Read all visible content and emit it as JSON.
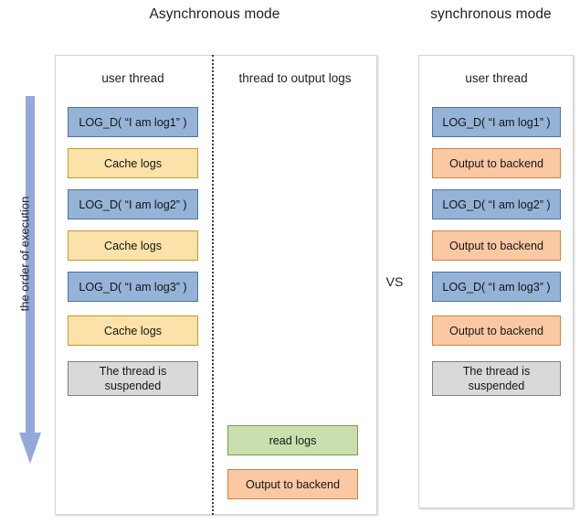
{
  "titles": {
    "async": "Asynchronous\nmode",
    "sync": "synchronous\nmode"
  },
  "vs_label": "VS",
  "order_arrow": {
    "label": "the order of execution",
    "direction": "down",
    "color": "#93a9d9"
  },
  "colors": {
    "blue": "#95b3d7",
    "blue_border": "#4f74a5",
    "yellow": "#fce2a9",
    "yellow_border": "#c79a2c",
    "orange": "#fac9a4",
    "orange_border": "#d3813f",
    "green": "#c9e0ae",
    "green_border": "#7a9a53",
    "grey": "#d9d9d9",
    "grey_border": "#7f7f7f",
    "panel_border": "#d3d3d3",
    "divider": "#3b3b3b"
  },
  "async_panel": {
    "user_thread": {
      "header": "user thread",
      "steps": [
        {
          "label": "LOG_D( “I am log1” )",
          "kind": "blue"
        },
        {
          "label": "Cache logs",
          "kind": "yellow"
        },
        {
          "label": "LOG_D( “I am log2” )",
          "kind": "blue"
        },
        {
          "label": "Cache logs",
          "kind": "yellow"
        },
        {
          "label": "LOG_D( “I am log3” )",
          "kind": "blue"
        },
        {
          "label": "Cache logs",
          "kind": "yellow"
        },
        {
          "label": "The thread is\nsuspended",
          "kind": "grey"
        }
      ]
    },
    "output_thread": {
      "header": "thread to output logs",
      "steps": [
        {
          "label": "read logs",
          "kind": "green"
        },
        {
          "label": "Output to backend",
          "kind": "orange"
        }
      ]
    }
  },
  "sync_panel": {
    "user_thread": {
      "header": "user thread",
      "steps": [
        {
          "label": "LOG_D( “I am log1” )",
          "kind": "blue"
        },
        {
          "label": "Output to backend",
          "kind": "orange"
        },
        {
          "label": "LOG_D( “I am log2” )",
          "kind": "blue"
        },
        {
          "label": "Output to backend",
          "kind": "orange"
        },
        {
          "label": "LOG_D( “I am log3” )",
          "kind": "blue"
        },
        {
          "label": "Output to backend",
          "kind": "orange"
        },
        {
          "label": "The thread is\nsuspended",
          "kind": "grey"
        }
      ]
    }
  }
}
